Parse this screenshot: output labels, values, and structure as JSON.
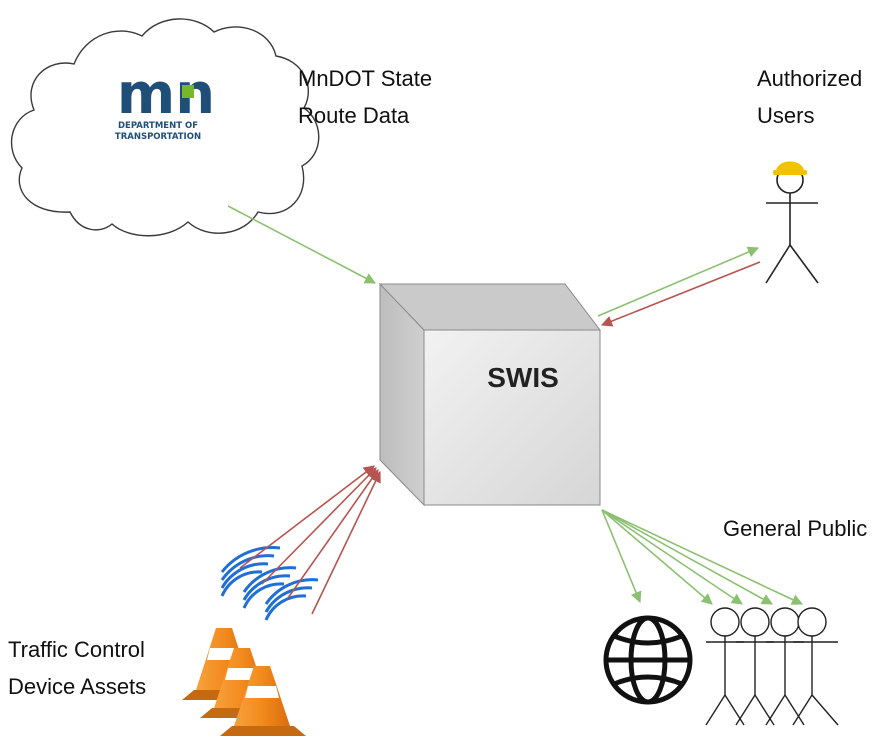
{
  "mndot": {
    "logo_text": "mn",
    "dept_line1": "DEPARTMENT OF",
    "dept_line2": "TRANSPORTATION",
    "label_line1": "MnDOT State",
    "label_line2": "Route Data"
  },
  "users": {
    "label_line1": "Authorized",
    "label_line2": "Users"
  },
  "system": {
    "label": "SWIS"
  },
  "public": {
    "label": "General Public"
  },
  "assets": {
    "label_line1": "Traffic Control",
    "label_line2": "Device Assets"
  },
  "colors": {
    "inbound_arrow": "#8cc071",
    "outbound_arrow": "#b85450",
    "logo_blue": "#1f4e79",
    "logo_green": "#76b82a",
    "signal_blue": "#1f6fd6",
    "cone_orange": "#f28a1e",
    "helmet_yellow": "#f2c200"
  },
  "icons": [
    "cloud-icon",
    "stick-figure-icon",
    "hard-hat-icon",
    "globe-icon",
    "traffic-cone-icon",
    "wireless-signal-icon",
    "box-3d-icon"
  ]
}
